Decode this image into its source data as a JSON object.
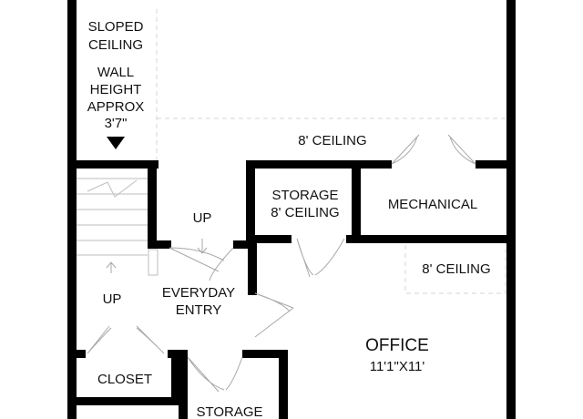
{
  "floorplan": {
    "sloped_note": {
      "line1": "SLOPED",
      "line2": "CEILING",
      "line3": "WALL",
      "line4": "HEIGHT",
      "line5": "APPROX",
      "line6": "3'7\""
    },
    "ceiling_label_top": "8' CEILING",
    "storage_upper": {
      "line1": "STORAGE",
      "line2": "8' CEILING"
    },
    "mechanical_label": "MECHANICAL",
    "ceiling_label_right": "8' CEILING",
    "up_label_center": "UP",
    "up_label_stairs": "UP",
    "everyday_entry": {
      "line1": "EVERYDAY",
      "line2": "ENTRY"
    },
    "office": {
      "name": "OFFICE",
      "dimensions": "11'1\"X11'"
    },
    "closet_label": "CLOSET",
    "storage_lower": "STORAGE"
  }
}
